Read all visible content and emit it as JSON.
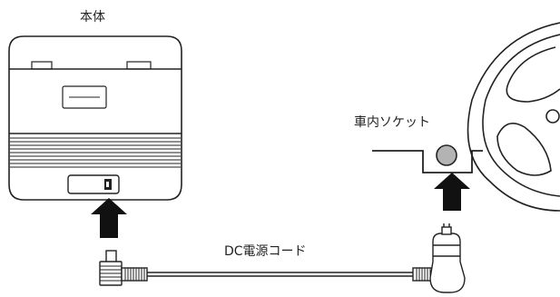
{
  "labels": {
    "main_unit": "本体",
    "car_socket": "車内ソケット",
    "dc_cord": "DC電源コード"
  },
  "colors": {
    "line": "#222222",
    "arrow": "#111111",
    "socket_fill": "#b3b3b3"
  }
}
